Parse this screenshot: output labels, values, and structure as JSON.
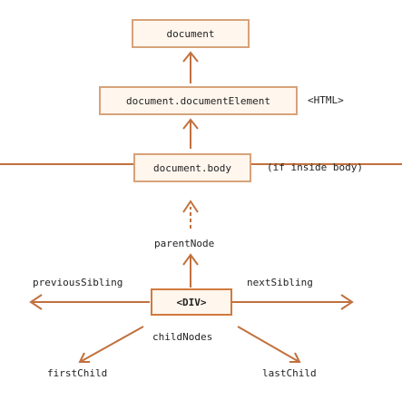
{
  "colors": {
    "arrow": "#c2703e",
    "box_border": "#d7a27a",
    "box_fill": "#fff6ed",
    "divider": "#c2703e",
    "text": "#222222"
  },
  "top": {
    "document": "document",
    "document_element": "document.documentElement",
    "html_tag": "<HTML>",
    "document_body": "document.body",
    "body_note": "(if inside body)"
  },
  "bottom": {
    "parent_node": "parentNode",
    "previous_sibling": "previousSibling",
    "next_sibling": "nextSibling",
    "div_tag": "<DIV>",
    "child_nodes": "childNodes",
    "first_child": "firstChild",
    "last_child": "lastChild"
  }
}
